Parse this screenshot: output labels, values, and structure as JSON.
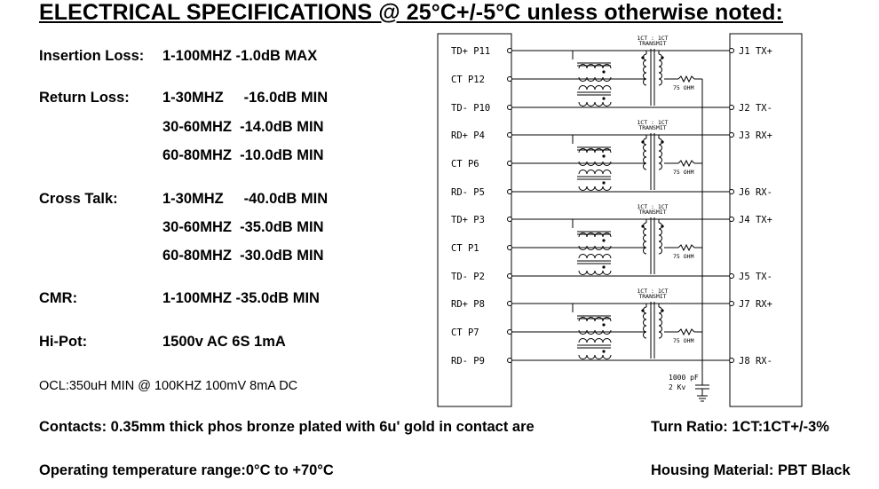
{
  "title": "ELECTRICAL SPECIFICATIONS @ 25°C+/-5°C unless otherwise noted:",
  "specs": {
    "insertion_loss_label": "Insertion Loss:",
    "insertion_loss_value": "1-100MHZ  -1.0dB MAX",
    "return_loss_label": "Return Loss:",
    "return_loss_values": [
      "1-30MHZ     -16.0dB MIN",
      "30-60MHZ  -14.0dB MIN",
      "60-80MHZ  -10.0dB MIN"
    ],
    "cross_talk_label": "Cross Talk:",
    "cross_talk_values": [
      "1-30MHZ     -40.0dB MIN",
      "30-60MHZ  -35.0dB MIN",
      "60-80MHZ  -30.0dB MIN"
    ],
    "cmr_label": "CMR:",
    "cmr_value": "1-100MHZ  -35.0dB MIN",
    "hipot_label": "Hi-Pot:",
    "hipot_value": "1500v AC 6S 1mA",
    "ocl": "OCL:350uH MIN @ 100KHZ 100mV 8mA DC",
    "contacts": "Contacts: 0.35mm thick phos bronze plated with 6u' gold in contact are",
    "operating_temp": "Operating temperature range:0°C to +70°C",
    "turn_ratio": "Turn Ratio: 1CT:1CT+/-3%",
    "housing": "Housing Material: PBT Black"
  },
  "schematic": {
    "channels": [
      {
        "left": [
          "TD+ P11",
          "CT P12",
          "TD- P10"
        ],
        "right": [
          "J1 TX+",
          "J2 TX-"
        ],
        "ratio": "1CT : 1CT",
        "xfmr": "TRANSMIT",
        "res": "75 OHM"
      },
      {
        "left": [
          "RD+ P4",
          "CT  P6",
          "RD- P5"
        ],
        "right": [
          "J3 RX+",
          "J6 RX-"
        ],
        "ratio": "1CT : 1CT",
        "xfmr": "TRANSMIT",
        "res": "75 OHM"
      },
      {
        "left": [
          "TD+ P3",
          "CT  P1",
          "TD- P2"
        ],
        "right": [
          "J4 TX+",
          "J5 TX-"
        ],
        "ratio": "1CT : 1CT",
        "xfmr": "TRANSMIT",
        "res": "75 OHM"
      },
      {
        "left": [
          "RD+ P8",
          "CT  P7",
          "RD- P9"
        ],
        "right": [
          "J7 RX+",
          "J8 RX-"
        ],
        "ratio": "1CT : 1CT",
        "xfmr": "TRANSMIT",
        "res": "75 OHM"
      }
    ],
    "cap_value": "1000 pF",
    "cap_voltage": "2 Kv"
  }
}
